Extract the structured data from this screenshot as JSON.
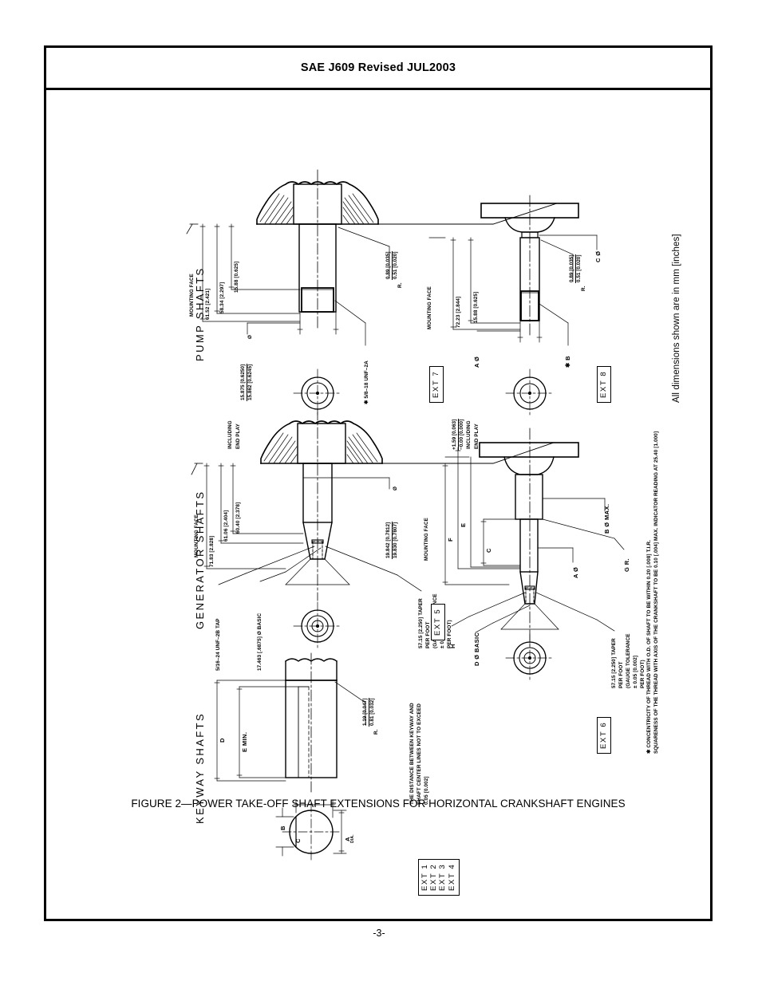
{
  "header": {
    "title": "SAE J609 Revised JUL2003"
  },
  "figure": {
    "caption": "FIGURE 2—POWER TAKE-OFF SHAFT EXTENSIONS FOR HORIZONTAL CRANKSHAFT  ENGINES"
  },
  "footer": {
    "page_number": "-3-"
  },
  "general_note": {
    "units": "All dimensions shown are in mm [inches]",
    "asterisk_line1": "✱ CONCENTRICITY OF THREAD WITH O.D. OF SHAFT TO BE WITHIN 0.20 [.008] T.I.R.",
    "asterisk_line2": "SQUARENESS OF THE THREAD WITH AXIS OF THE CRANKSHAFT TO BE 0.10 [.004] MAX. INDICATOR READING AT 25.40 [1.000]"
  },
  "sections": {
    "pump": {
      "title": "PUMP SHAFTS"
    },
    "generator": {
      "title": "GENERATOR SHAFTS"
    },
    "keyway": {
      "title": "KEYWAY SHAFTS"
    }
  },
  "ext7": {
    "tag": "EXT 7",
    "mounting_face": "MOUNTING FACE",
    "dim_overall": "61.52 [2.421]",
    "dim_shoulder": "58.34 [2.297]",
    "dim_thread": "15.88 [0.625]",
    "radius_top": "0.89 [0.035]",
    "radius_bottom": "0.51 [0.020]",
    "radius_suffix": "R.",
    "dia_top": "15.875 [0.6250]",
    "dia_bottom": "15.862 [0.6245]",
    "dia_symbol": "Ø",
    "thread_spec": "✱ 5/8–18 UNF–2A"
  },
  "ext8": {
    "tag": "EXT 8",
    "mounting_face": "MOUNTING FACE",
    "dim_overall": "72.23 [2.844]",
    "dim_thread": "15.88 [0.625]",
    "radius_top": "0.89 [0.035]",
    "radius_bottom": "0.51 [0.020]",
    "radius_suffix": "R.",
    "label_a": "A Ø",
    "label_b": "✱ B",
    "label_c": "C Ø"
  },
  "ext5": {
    "tag": "EXT 5",
    "mounting_face": "MOUNTING FACE",
    "including_end_play_l1": "INCLUDING",
    "including_end_play_l2": "END PLAY",
    "dim_overall": "71.83 [2.828]",
    "dim_mid": "61.06 [2.404]",
    "dim_short": "60.40 [2.378]",
    "dia_top": "19.842 [0.7812]",
    "dia_bottom": "19.830 [0.7807]",
    "dia_symbol": "Ø",
    "thread_tap": "5/16–24 UNF–2B TAP",
    "basic_dia": "17.463 [.6875] Ø BASIC",
    "taper_l1": "57.15 [2.250] TAPER",
    "taper_l2": "PER FOOT",
    "taper_l3": "(GAUGE TOLERANCE",
    "taper_l4": "± 0.05 [0.002]",
    "taper_l5": "PER FOOT)"
  },
  "ext6": {
    "tag": "EXT 6",
    "mounting_face": "MOUNTING FACE",
    "tol_top": "+1.59 [0.063]",
    "tol_bottom": "−0.00 [0.000]",
    "including_end_play_l1": "INCLUDING",
    "including_end_play_l2": "END PLAY",
    "label_f": "F",
    "label_e": "E",
    "label_c": "C",
    "label_h": "H",
    "label_a": "A Ø",
    "label_b": "B Ø MAX.",
    "label_g": "G R.",
    "label_d": "D Ø BASIC",
    "taper_l1": "57.15 [2.250] TAPER",
    "taper_l2": "PER FOOT",
    "taper_l3": "(GAUGE TOLERANCE",
    "taper_l4": "± 0.05 [0.002]",
    "taper_l5": "PER FOOT)"
  },
  "keyway": {
    "tags": [
      "EXT 1",
      "EXT 2",
      "EXT 3",
      "EXT 4"
    ],
    "label_d": "D",
    "label_e": "E MIN.",
    "label_b": "B",
    "label_c": "C",
    "label_a": "A",
    "label_a_dia": "DIA.",
    "radius_top": "1.19 [0.047]",
    "radius_bottom": "0.81 [0.032]",
    "radius_suffix": "R.",
    "note_l1": "THE DISTANCE BETWEEN KEYWAY AND",
    "note_l2": "SHAFT CENTER LINES NOT TO EXCEED",
    "note_l3": "0.05 [0.002]"
  },
  "colors": {
    "ink": "#000000",
    "paper": "#ffffff"
  }
}
